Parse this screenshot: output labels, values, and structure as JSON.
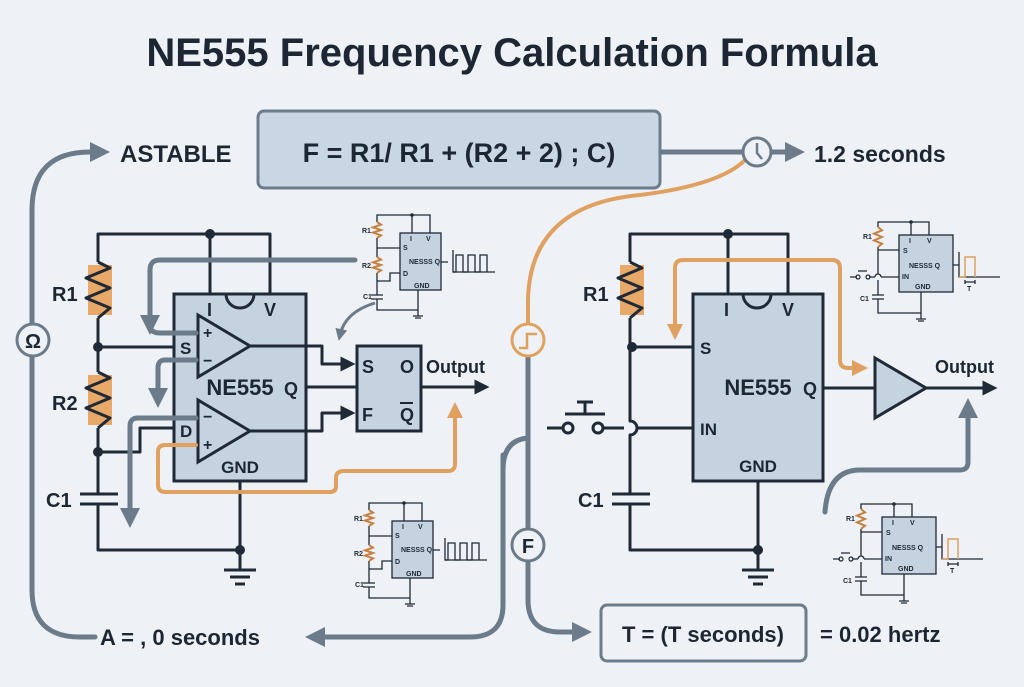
{
  "title": "NE555 Frequency Calculation Formula",
  "formula": {
    "mode_label": "ASTABLE",
    "expression": "F = R1/ R1 + (R2 + 2) ; C)",
    "period_result": "1.2 seconds"
  },
  "bottom": {
    "astable_result": "A = , 0 seconds",
    "period_box": "T = (T seconds)",
    "frequency_result": "= 0.02 hertz"
  },
  "left_circuit": {
    "r1": "R1",
    "r2": "R2",
    "c1": "C1",
    "chip": "NE555",
    "pin_i": "I",
    "pin_v": "V",
    "pin_s": "S",
    "pin_d": "D",
    "pin_q": "Q",
    "gnd": "GND",
    "plus": "+",
    "minus": "−",
    "ff_s": "S",
    "ff_o": "O",
    "ff_f": "F",
    "ff_qbar": "Q",
    "output": "Output"
  },
  "right_circuit": {
    "r1": "R1",
    "c1": "C1",
    "chip": "NE555",
    "pin_i": "I",
    "pin_v": "V",
    "pin_s": "S",
    "pin_in": "IN",
    "pin_q": "Q",
    "gnd": "GND",
    "output": "Output"
  },
  "side_icons": {
    "omega": "Ω",
    "frequency": "F"
  },
  "mini": {
    "r1": "R1",
    "r2": "R2",
    "c1": "C1",
    "s": "S",
    "d": "D",
    "in": "IN",
    "chip": "NESSS Q",
    "gnd": "GND",
    "i": "I",
    "v": "V",
    "t": "T"
  },
  "colors": {
    "background": "#eef2f6",
    "chip_fill": "#c5d3e1",
    "wire": "#1f2a36",
    "flow_gray": "#6b7b8a",
    "flow_orange": "#e0a060"
  }
}
